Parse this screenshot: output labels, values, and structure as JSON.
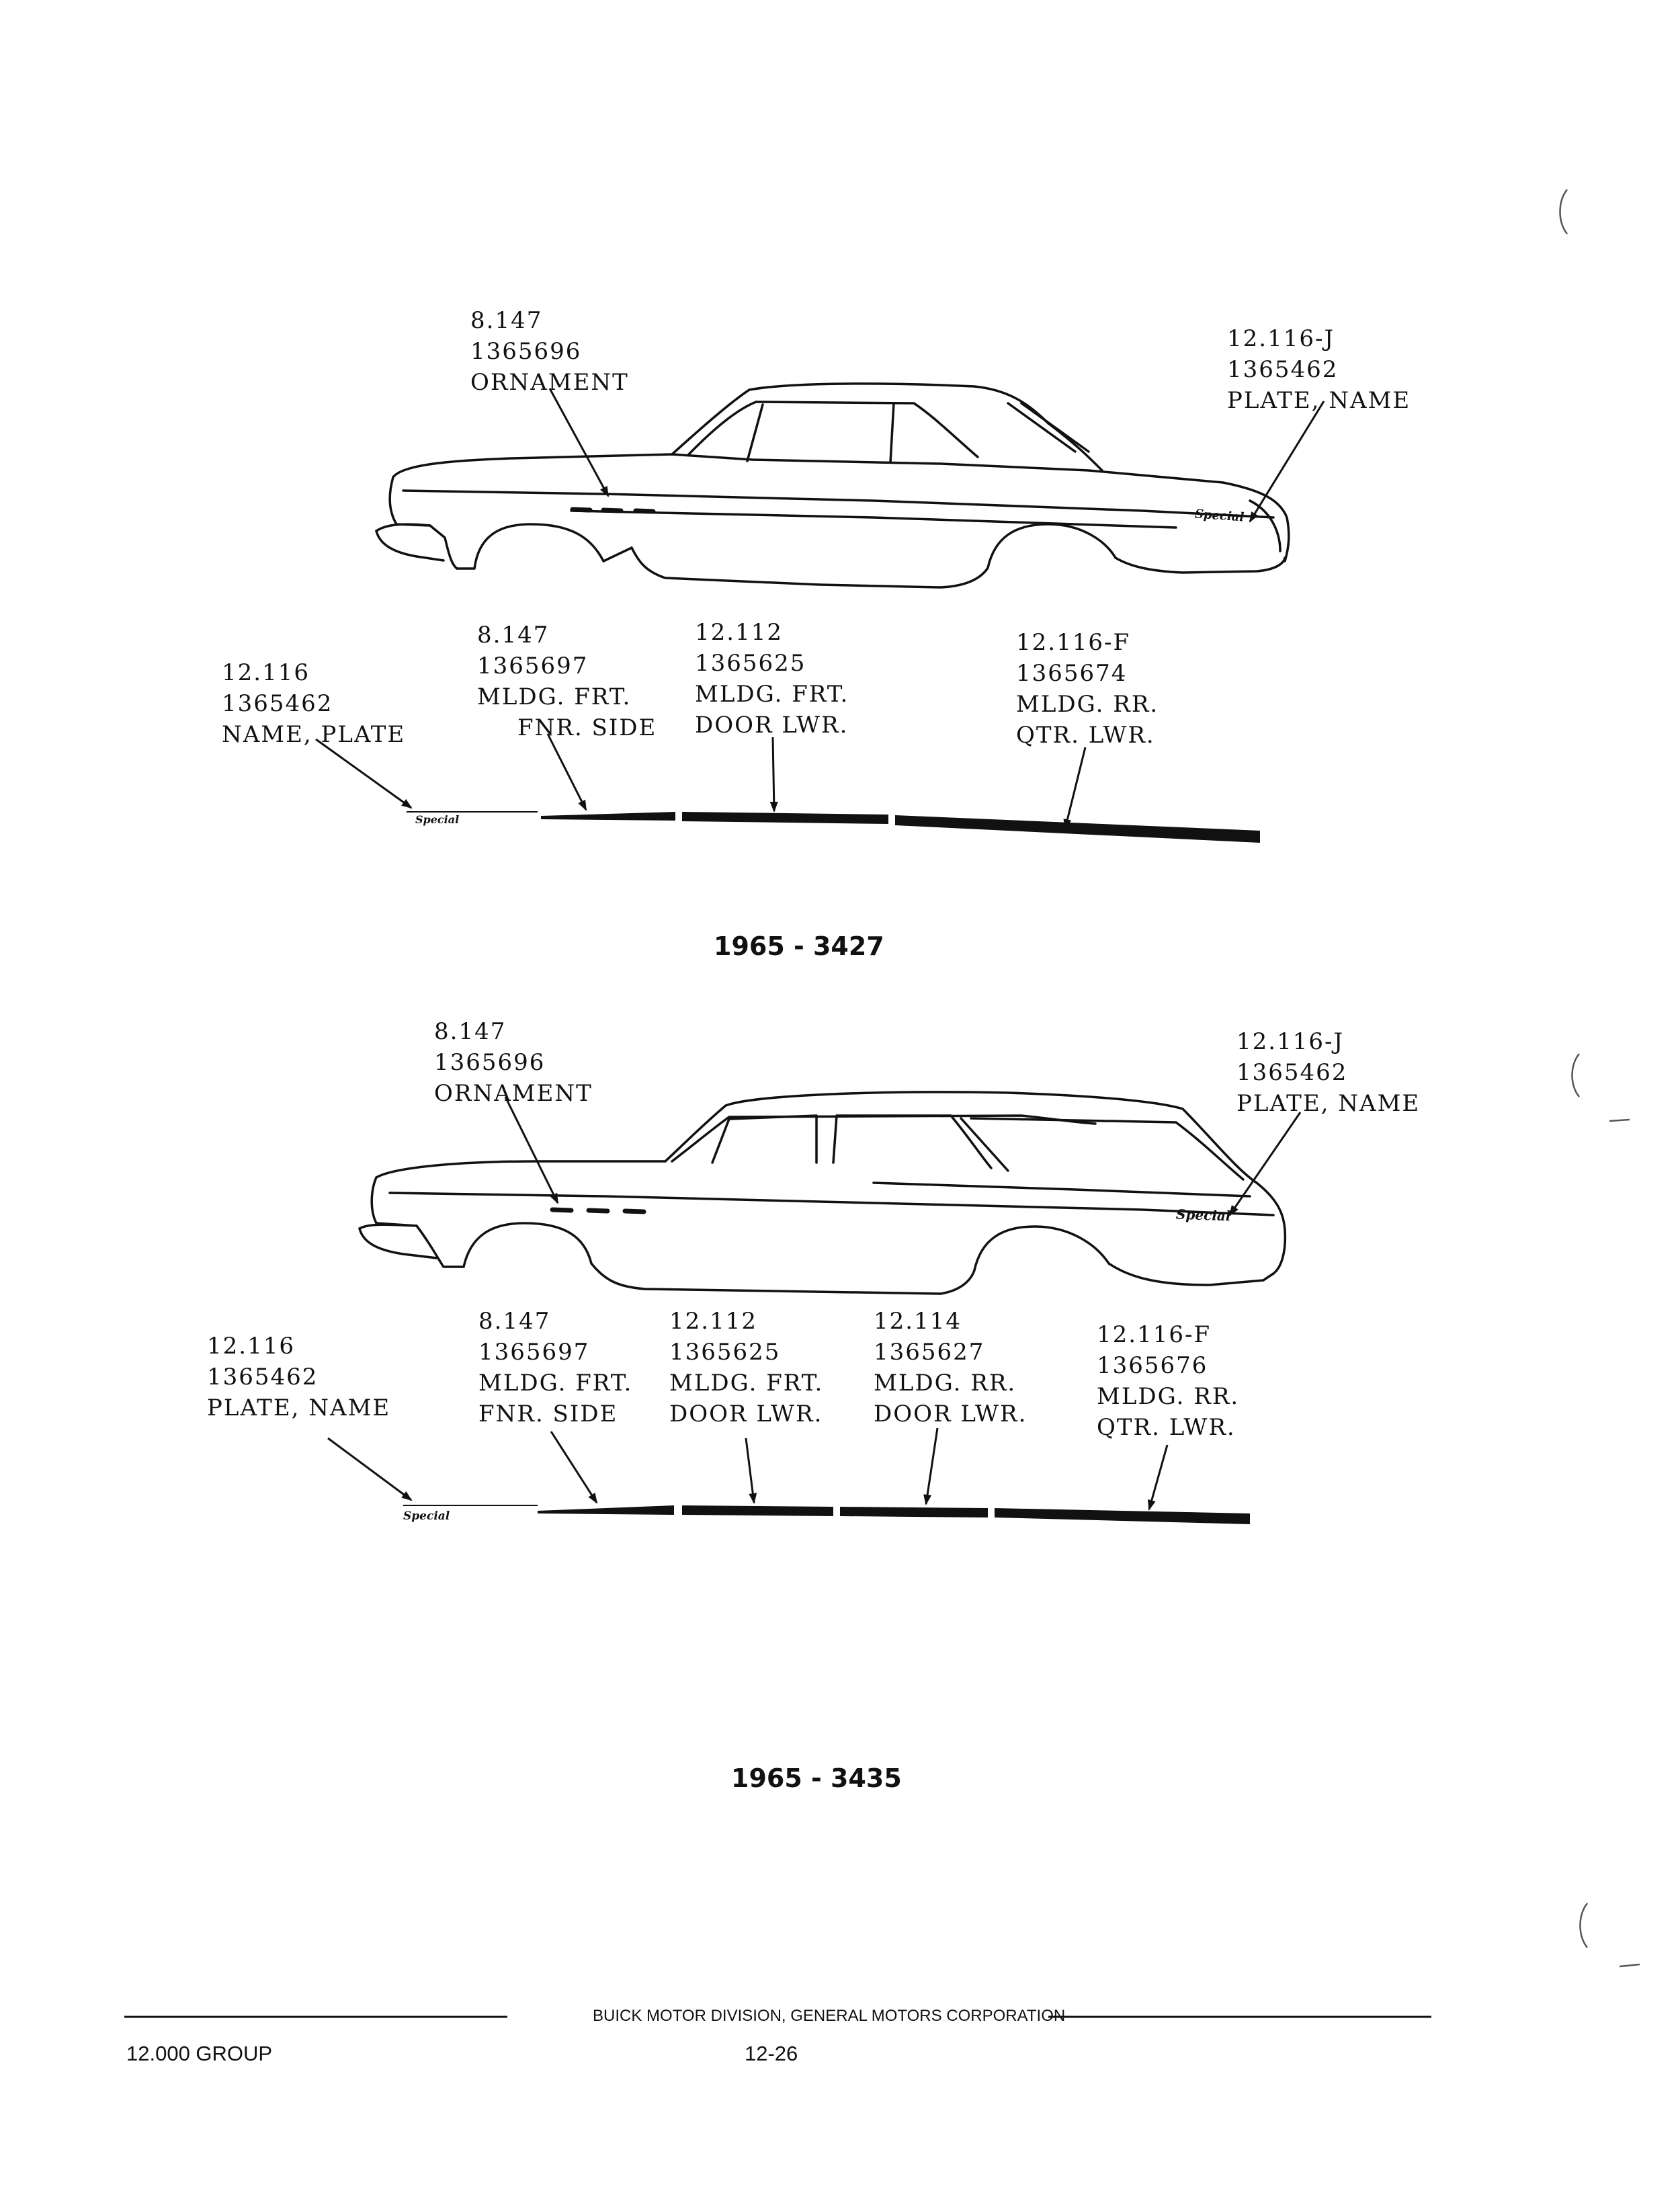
{
  "diagram_1": {
    "caption": "1965 - 3427",
    "callouts": {
      "ornament": [
        "8.147",
        "1365696",
        "ORNAMENT"
      ],
      "plate_name": [
        "12.116-J",
        "1365462",
        "PLATE, NAME"
      ],
      "name_plate_side": [
        "12.116",
        "1365462",
        "NAME, PLATE"
      ],
      "mldg_frt_fnr": [
        "8.147",
        "1365697",
        "MLDG. FRT.",
        "FNR. SIDE"
      ],
      "mldg_frt_door": [
        "12.112",
        "1365625",
        "MLDG. FRT.",
        "DOOR LWR."
      ],
      "mldg_rr_qtr": [
        "12.116-F",
        "1365674",
        "MLDG. RR.",
        "QTR. LWR."
      ]
    }
  },
  "diagram_2": {
    "caption": "1965 - 3435",
    "callouts": {
      "ornament": [
        "8.147",
        "1365696",
        "ORNAMENT"
      ],
      "plate_name": [
        "12.116-J",
        "1365462",
        "PLATE, NAME"
      ],
      "plate_name_side": [
        "12.116",
        "1365462",
        "PLATE, NAME"
      ],
      "mldg_frt_fnr": [
        "8.147",
        "1365697",
        "MLDG. FRT.",
        "FNR. SIDE"
      ],
      "mldg_frt_door": [
        "12.112",
        "1365625",
        "MLDG. FRT.",
        "DOOR LWR."
      ],
      "mldg_rr_door": [
        "12.114",
        "1365627",
        "MLDG. RR.",
        "DOOR LWR."
      ],
      "mldg_rr_qtr": [
        "12.116-F",
        "1365676",
        "MLDG. RR.",
        "QTR. LWR."
      ]
    }
  },
  "script_badge": "Special",
  "footer": {
    "division": "BUICK MOTOR DIVISION, GENERAL MOTORS CORPORATION",
    "group": "12.000 GROUP",
    "page": "12-26"
  }
}
